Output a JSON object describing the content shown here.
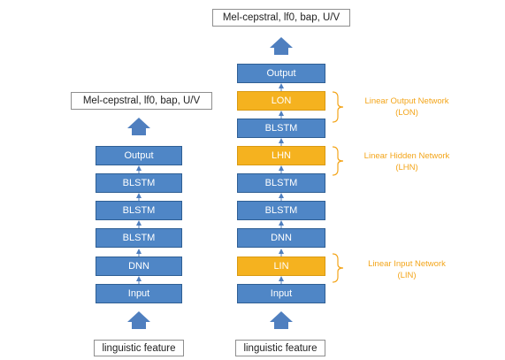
{
  "colors": {
    "layer_blue": "#4f86c6",
    "layer_orange": "#f5b21f",
    "annotation": "#f3a51a",
    "arrow": "#4f7fbf"
  },
  "left_network": {
    "output_label": "Mel-cepstral, lf0, bap, U/V",
    "input_label": "linguistic feature",
    "layers": [
      "Output",
      "BLSTM",
      "BLSTM",
      "BLSTM",
      "DNN",
      "Input"
    ]
  },
  "right_network": {
    "output_label": "Mel-cepstral, lf0, bap, U/V",
    "input_label": "linguistic feature",
    "layers": [
      "Output",
      "LON",
      "BLSTM",
      "LHN",
      "BLSTM",
      "BLSTM",
      "DNN",
      "LIN",
      "Input"
    ],
    "annotations": [
      {
        "line1": "Linear Output Network",
        "line2": "(LON)"
      },
      {
        "line1": "Linear Hidden Network",
        "line2": "(LHN)"
      },
      {
        "line1": "Linear Input Network",
        "line2": "(LIN)"
      }
    ]
  }
}
